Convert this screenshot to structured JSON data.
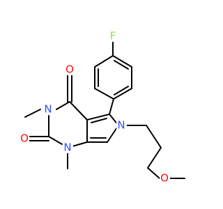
{
  "atoms": {
    "fluorine": {
      "symbol": "F",
      "color": "#90E050"
    },
    "oxygen_top": {
      "symbol": "O",
      "color": "#FF0D0D"
    },
    "oxygen_left": {
      "symbol": "O",
      "color": "#FF0D0D"
    },
    "oxygen_ether": {
      "symbol": "O",
      "color": "#FF0D0D"
    },
    "nitrogen_3": {
      "symbol": "N",
      "color": "#3050F8"
    },
    "nitrogen_1": {
      "symbol": "N",
      "color": "#3050F8"
    },
    "nitrogen_pyrrole": {
      "symbol": "N",
      "color": "#3050F8"
    }
  },
  "colors": {
    "bond": "#000000",
    "carbon": "#000000",
    "nitrogen": "#3050F8",
    "oxygen": "#FF0D0D",
    "fluorine": "#90E050"
  }
}
